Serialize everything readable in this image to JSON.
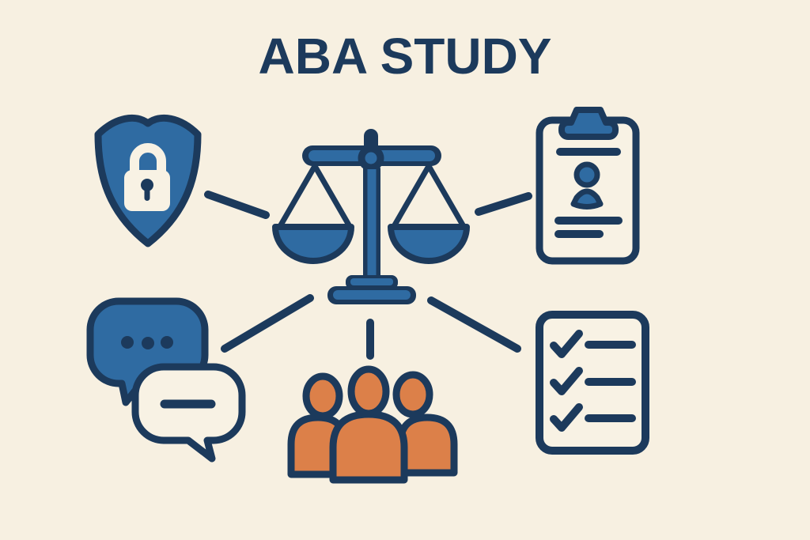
{
  "title": "ABA STUDY",
  "colors": {
    "background": "#F7F0E1",
    "navy": "#1C3A5C",
    "blue": "#2F6BA2",
    "orange": "#DC8049",
    "cream": "#F8F2E4"
  },
  "diagram": {
    "center_node": {
      "name": "scales-of-justice",
      "position": "center"
    },
    "nodes": [
      {
        "name": "security-shield-lock",
        "position": "top-left"
      },
      {
        "name": "clipboard-profile-document",
        "position": "top-right"
      },
      {
        "name": "chat-bubbles",
        "position": "bottom-left"
      },
      {
        "name": "people-group",
        "position": "bottom-center"
      },
      {
        "name": "checklist-document",
        "position": "bottom-right"
      }
    ],
    "connectors": [
      {
        "from": "security-shield-lock",
        "to": "scales-of-justice"
      },
      {
        "from": "scales-of-justice",
        "to": "clipboard-profile-document"
      },
      {
        "from": "chat-bubbles",
        "to": "scales-of-justice"
      },
      {
        "from": "scales-of-justice",
        "to": "people-group"
      },
      {
        "from": "scales-of-justice",
        "to": "checklist-document"
      }
    ]
  }
}
